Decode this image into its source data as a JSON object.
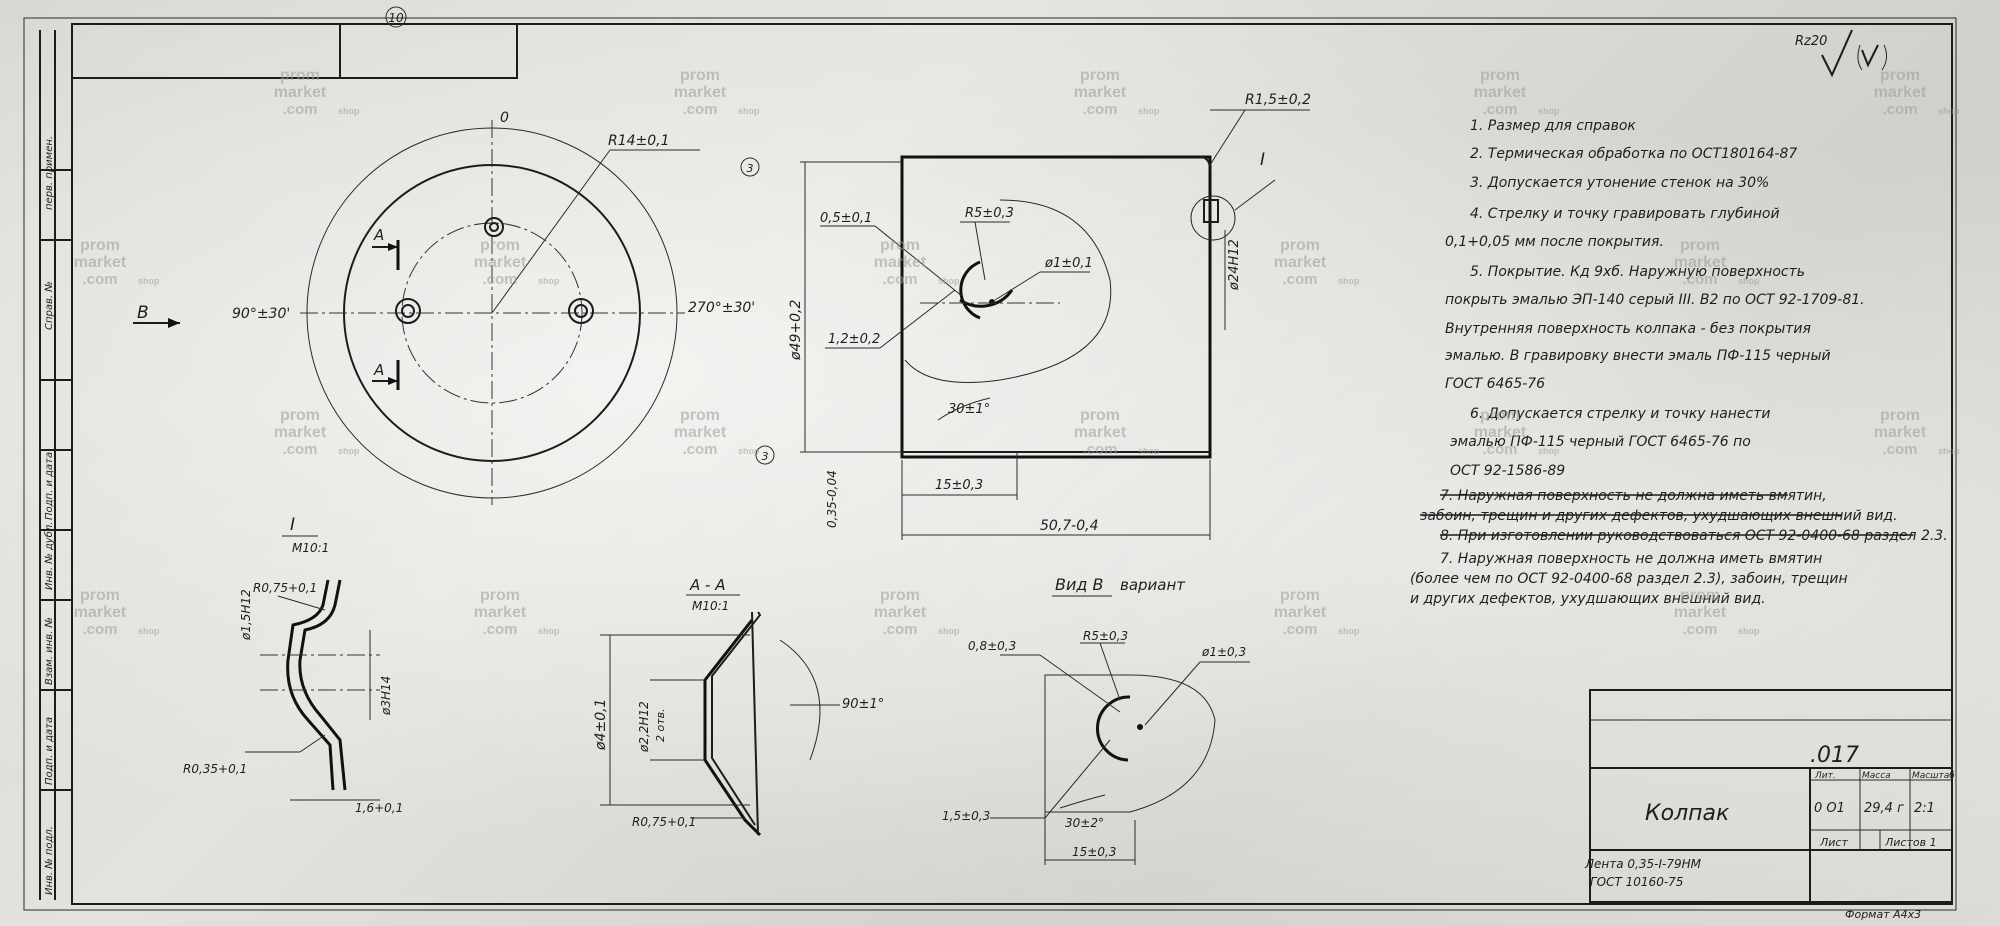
{
  "sheet": {
    "page_number": "10",
    "vertical_labels": [
      "перв. примен.",
      "Справ. №",
      "Подп. и дата",
      "Инв. № дубл.",
      "Взам. инв. №",
      "Подп. и дата",
      "Инв. № подл."
    ]
  },
  "views": {
    "top_view": {
      "angle_top": "0",
      "angle_left": "90°±30'",
      "angle_right": "270°±30'",
      "radius": "R14±0,1",
      "section_label": "А",
      "view_arrow": "В"
    },
    "side_section": {
      "marker_top": "3",
      "marker_bottom": "3",
      "fillet_top": "R1,5±0,2",
      "detail_label": "I",
      "dim_05": "0,5±0,1",
      "dim_r5": "R5±0,3",
      "dim_d1": "ø1±0,1",
      "dim_d49": "ø49+0,2",
      "dim_d24": "ø24Н12",
      "dim_12": "1,2±0,2",
      "dim_angle": "30±1°",
      "dim_15": "15±0,3",
      "dim_035": "0,35-0,04",
      "dim_507": "50,7-0,4"
    },
    "detail_I": {
      "title": "I",
      "scale": "М10:1",
      "r075": "R0,75+0,1",
      "d15": "ø1,5Н12",
      "d314": "ø3Н14",
      "r035": "R0,35+0,1",
      "dim_16": "1,6+0,1"
    },
    "section_AA": {
      "title": "А - А",
      "scale": "М10:1",
      "d4": "ø4±0,1",
      "d22": "ø2,2Н12",
      "holes": "2 отв.",
      "angle": "90±1°",
      "r075": "R0,75+0,1"
    },
    "view_B": {
      "title": "Вид В",
      "note": "вариант",
      "dim_08": "0,8±0,3",
      "r5": "R5±0,3",
      "d1": "ø1±0,3",
      "dim_15": "1,5±0,3",
      "angle": "30±2°",
      "dim_153": "15±0,3"
    }
  },
  "roughness": "Rz20",
  "notes": [
    {
      "text": "1. Размер для справок",
      "struck": false
    },
    {
      "text": "2. Термическая обработка по ОСТ180164-87",
      "struck": false
    },
    {
      "text": "3. Допускается утонение стенок на 30%",
      "struck": false
    },
    {
      "text": "4. Стрелку и точку гравировать глубиной",
      "struck": false
    },
    {
      "text": "0,1+0,05 мм после покрытия.",
      "struck": false
    },
    {
      "text": "5. Покрытие. Кд 9хб. Наружную поверхность",
      "struck": false
    },
    {
      "text": "покрыть эмалью ЭП-140 серый III. В2 по ОСТ 92-1709-81.",
      "struck": false
    },
    {
      "text": "Внутренняя поверхность колпака - без покрытия",
      "struck": false
    },
    {
      "text": "эмалью. В гравировку внести эмаль ПФ-115 черный",
      "struck": false
    },
    {
      "text": "ГОСТ 6465-76",
      "struck": false
    },
    {
      "text": "6. Допускается стрелку и точку нанести",
      "struck": false
    },
    {
      "text": "эмалью ПФ-115 черный ГОСТ 6465-76 по",
      "struck": false
    },
    {
      "text": "ОСТ 92-1586-89",
      "struck": false
    },
    {
      "text": "7. Наружная поверхность не должна иметь вмятин,",
      "struck": true
    },
    {
      "text": "забоин, трещин и других дефектов, ухудшающих внешний вид.",
      "struck": true
    },
    {
      "text": "8. При изготовлении руководствоваться ОСТ 92-0400-68 раздел 2.3.",
      "struck": true
    },
    {
      "text": "7. Наружная поверхность не должна иметь вмятин",
      "struck": false
    },
    {
      "text": "(более чем по ОСТ 92-0400-68 раздел 2.3), забоин, трещин",
      "struck": false
    },
    {
      "text": "и других дефектов, ухудшающих внешний вид.",
      "struck": false
    }
  ],
  "title_block": {
    "designation": ".017",
    "name": "Колпак",
    "material_line1": "Лента 0,35-I-79НМ",
    "material_line2": "ГОСТ 10160-75",
    "lit_label": "Лит.",
    "mass_label": "Масса",
    "scale_label": "Масштаб",
    "lit_value": "0  О1",
    "mass_value": "29,4 г",
    "scale_value": "2:1",
    "sheet_label": "Лист",
    "sheets_label": "Листов 1",
    "format": "Формат А4х3"
  },
  "watermark": {
    "line1": "prom",
    "line2": "market",
    "line3": ".com",
    "line4": "shop"
  }
}
